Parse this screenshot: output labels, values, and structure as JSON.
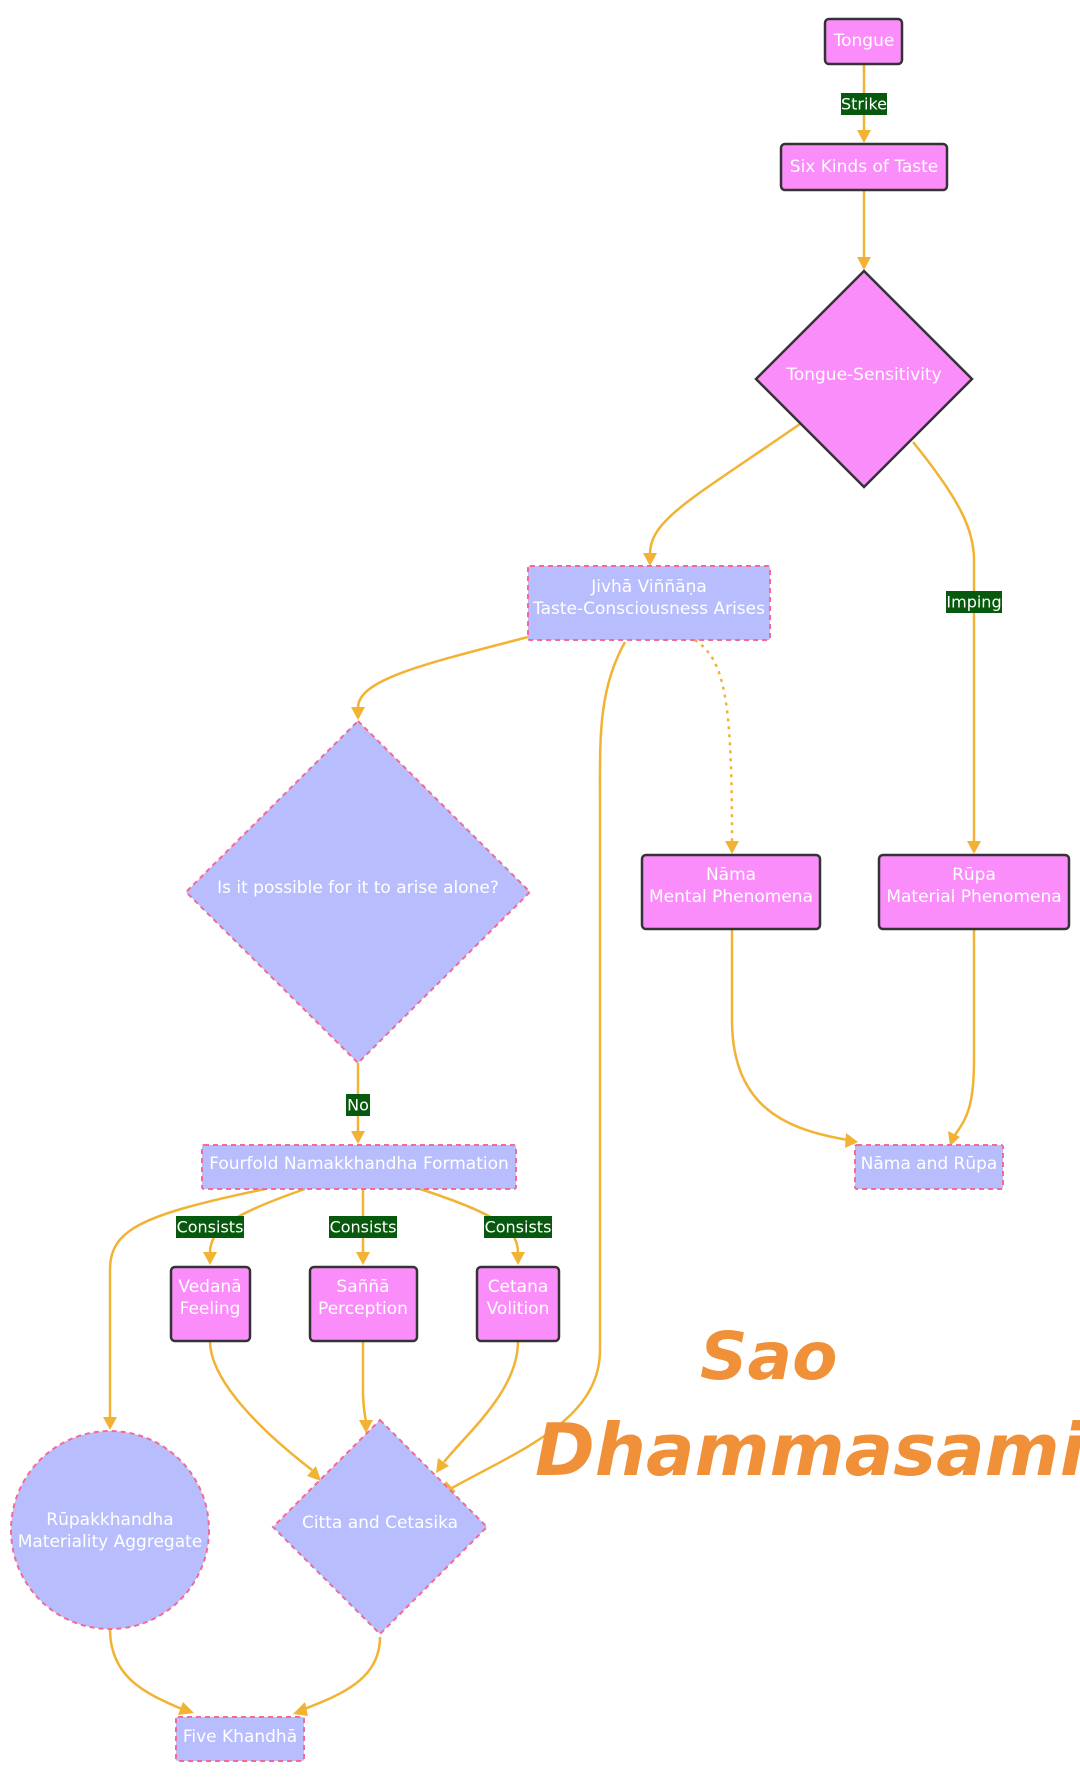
{
  "nodes": {
    "tongue": "Tongue",
    "six_tastes": "Six Kinds of Taste",
    "tongue_sensitivity": "Tongue-Sensitivity",
    "jivha_vinnana": {
      "line1": "Jivhā Viññāṇa",
      "line2": "Taste-Consciousness Arises"
    },
    "arise_alone": "Is it possible for it to arise alone?",
    "nama": {
      "line1": "Nāma",
      "line2": "Mental Phenomena"
    },
    "rupa": {
      "line1": "Rūpa",
      "line2": "Material Phenomena"
    },
    "fourfold": "Fourfold Namakkhandha Formation",
    "nama_rupa": "Nāma and Rūpa",
    "vedana": {
      "line1": "Vedanā",
      "line2": "Feeling"
    },
    "sanna": {
      "line1": "Saññā",
      "line2": "Perception"
    },
    "cetana": {
      "line1": "Cetana",
      "line2": "Volition"
    },
    "rupakkhandha": {
      "line1": "Rūpakkhandha",
      "line2": "Materiality Aggregate"
    },
    "citta": "Citta and Cetasika",
    "five_khandha": "Five Khandhā"
  },
  "edge_labels": {
    "strike": "Strike",
    "imping": "Imping",
    "no": "No",
    "consists": "Consists"
  },
  "watermark": {
    "line1": "Sao",
    "line2": "Dhammasami"
  },
  "colors": {
    "pink_node": "#fb8dfb",
    "lavender_node": "#b8bdfd",
    "dashed_border": "#f56a92",
    "edge": "#f2b233",
    "edge_label_bg": "#075a0d",
    "watermark": "#f0913a"
  }
}
